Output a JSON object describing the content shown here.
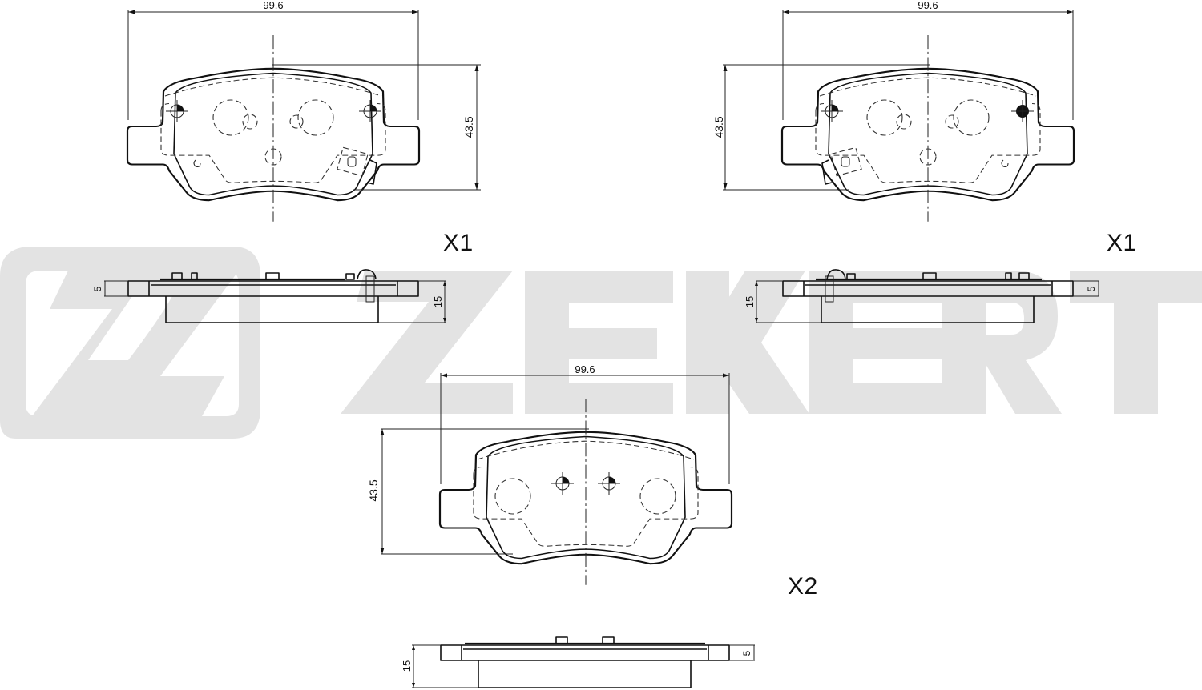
{
  "watermark": {
    "brand": "ZEKERT",
    "letters": [
      "Z",
      "E",
      "K",
      "E",
      "R",
      "T"
    ],
    "color": "#e3e3e3"
  },
  "drawing": {
    "line_color": "#111111",
    "views": [
      {
        "id": "pad-top-left",
        "type": "front",
        "width_label": "99.6",
        "height_label": "43.5",
        "features": [
          "wear-indicator-tab",
          "two-anchor-points",
          "two-holes"
        ]
      },
      {
        "id": "pad-top-right",
        "type": "front",
        "width_label": "99.6",
        "height_label": "43.5",
        "features": [
          "wear-indicator-tab",
          "two-anchor-points",
          "two-holes"
        ]
      },
      {
        "id": "pad-bottom-center",
        "type": "front",
        "width_label": "99.6",
        "height_label": "43.5",
        "features": [
          "two-anchor-points",
          "two-holes"
        ]
      },
      {
        "id": "side-left",
        "type": "side",
        "backplate_label": "5",
        "total_thickness_label": "15"
      },
      {
        "id": "side-right",
        "type": "side",
        "backplate_label": "5",
        "total_thickness_label": "15"
      },
      {
        "id": "side-bottom",
        "type": "side",
        "backplate_label": "5",
        "total_thickness_label": "15"
      }
    ],
    "quantities": {
      "left": "X1",
      "right": "X1",
      "bottom": "X2"
    }
  }
}
